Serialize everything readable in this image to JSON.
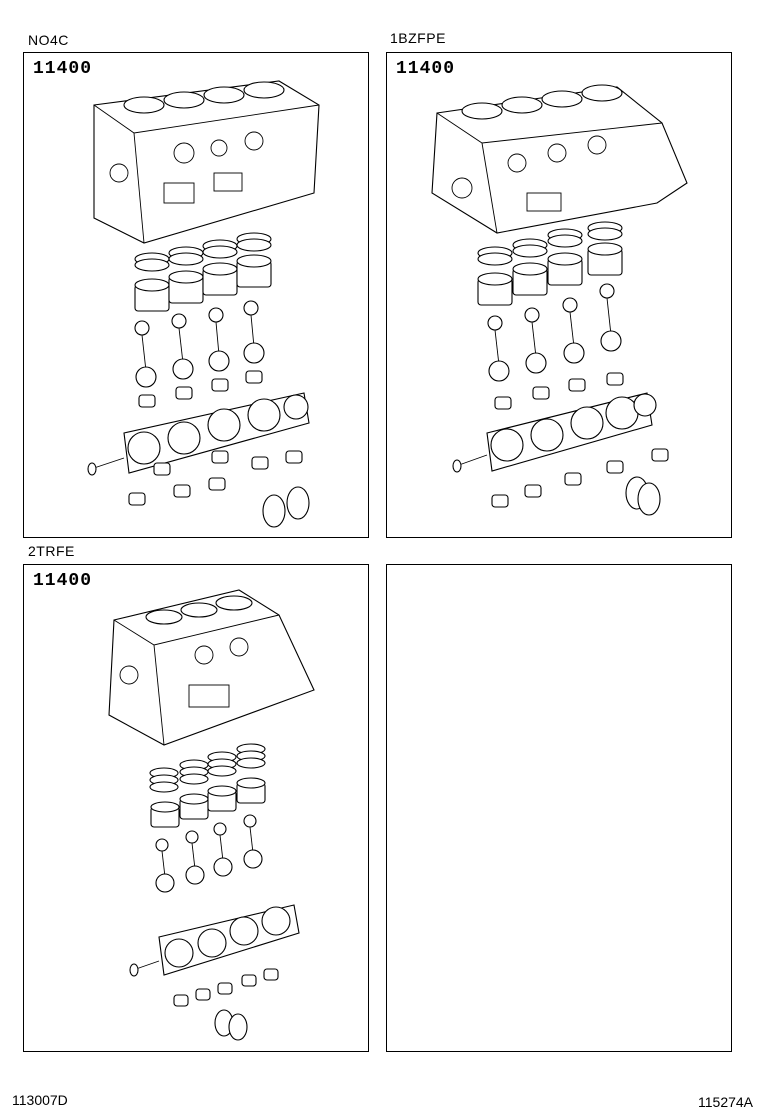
{
  "panels": [
    {
      "engine": "NO4C",
      "part_number": "11400"
    },
    {
      "engine": "1BZFPE",
      "part_number": "11400"
    },
    {
      "engine": "2TRFE",
      "part_number": "11400"
    },
    {
      "engine": "",
      "part_number": ""
    }
  ],
  "footer": {
    "left_code": "113007D",
    "right_code": "115274A"
  }
}
